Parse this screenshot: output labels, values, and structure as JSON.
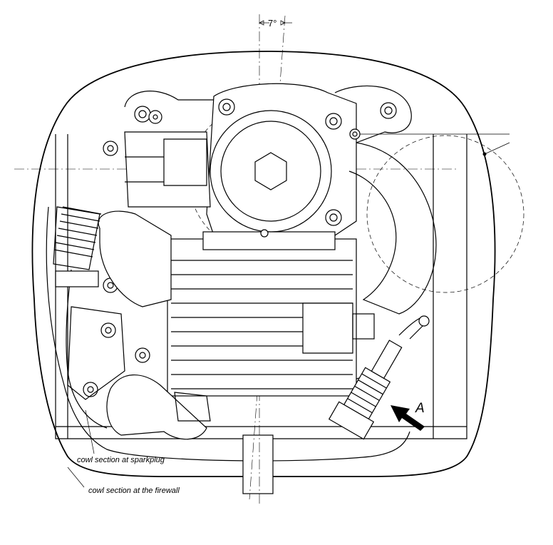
{
  "labels": {
    "angle": "7°",
    "view_marker": "A",
    "cowl_sparkplug": "cowl section at sparkplug",
    "cowl_firewall": "cowl section at the firewall"
  }
}
